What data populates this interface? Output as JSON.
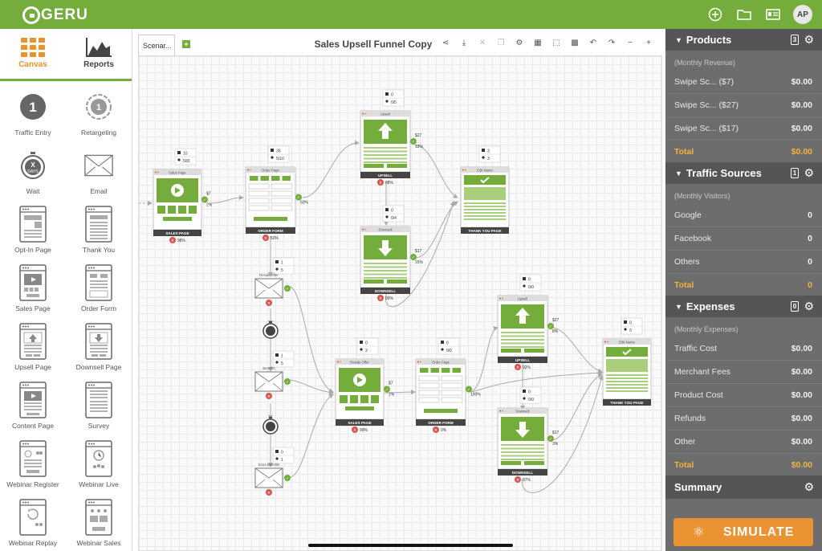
{
  "app": {
    "logo": "GERU",
    "user_initials": "AP"
  },
  "top_icons": [
    "plus-circle-icon",
    "folder-icon",
    "id-card-icon"
  ],
  "left_tabs": [
    {
      "label": "Canvas",
      "icon": "grid-icon",
      "active": true
    },
    {
      "label": "Reports",
      "icon": "area-chart-icon",
      "active": false
    }
  ],
  "palette": [
    {
      "label": "Traffic Entry",
      "icon": "traffic-entry-icon"
    },
    {
      "label": "Retargeting",
      "icon": "retargeting-icon"
    },
    {
      "label": "Wait",
      "icon": "stopwatch-icon"
    },
    {
      "label": "Email",
      "icon": "envelope-icon"
    },
    {
      "label": "Opt-In Page",
      "icon": "optin-page-icon"
    },
    {
      "label": "Thank You",
      "icon": "thankyou-page-icon"
    },
    {
      "label": "Sales Page",
      "icon": "sales-page-icon"
    },
    {
      "label": "Order Form",
      "icon": "order-form-icon"
    },
    {
      "label": "Upsell Page",
      "icon": "upsell-page-icon"
    },
    {
      "label": "Downsell Page",
      "icon": "downsell-page-icon"
    },
    {
      "label": "Content Page",
      "icon": "content-page-icon"
    },
    {
      "label": "Survey",
      "icon": "survey-icon"
    },
    {
      "label": "Webinar Register",
      "icon": "webinar-register-icon"
    },
    {
      "label": "Webinar Live",
      "icon": "webinar-live-icon"
    },
    {
      "label": "Webinar Replay",
      "icon": "webinar-replay-icon"
    },
    {
      "label": "Webinar Sales",
      "icon": "webinar-sales-icon"
    }
  ],
  "palette_entry_digits": {
    "traffic": "1",
    "retargeting": "1",
    "wait": "X",
    "wait_sub": "DAYS"
  },
  "canvas": {
    "scenario_tab": "Scenar...",
    "add_tab": "+",
    "title": "Sales Upsell Funnel Copy",
    "tools": [
      "share-icon",
      "download-icon",
      "close-icon",
      "copy-icon",
      "gear-icon",
      "calculator-icon",
      "select-icon",
      "grid-icon",
      "undo-icon",
      "redo-icon",
      "zoom-out-icon",
      "zoom-in-icon"
    ]
  },
  "nodes": {
    "sales1": {
      "head": "Sales Page",
      "label": "SALES PAGE",
      "stat1": "10",
      "stat2": "500",
      "price": "$7",
      "pct": "2%",
      "exit": "98%"
    },
    "order1": {
      "head": "Order Page",
      "label": "ORDER FORM",
      "stat1": "35",
      "stat2": "5/10",
      "pct": "50%",
      "exit": "50%",
      "cards": [
        "VISA",
        "MC",
        "AMEX",
        "DISC"
      ]
    },
    "upsell1": {
      "head": "Upsell",
      "label": "UPSELL",
      "stat1": "0",
      "stat2": "0/5",
      "price": "$27",
      "pct": "12%",
      "exit": "88%"
    },
    "downsell1": {
      "head": "Downsell",
      "label": "DOWNSELL",
      "stat1": "0",
      "stat2": "0/4",
      "price": "$17",
      "pct": "15%",
      "exit": "90%"
    },
    "thank1": {
      "head": "Edit Name",
      "label": "THANK YOU PAGE",
      "stat1": "3",
      "stat2": "3"
    },
    "email1": {
      "head": "Resale Offer",
      "stat1": "1",
      "stat2": "5"
    },
    "email2": {
      "head": "Benefits",
      "stat1": "1",
      "stat2": "5"
    },
    "email3": {
      "head": "Extra Benefits",
      "stat1": "0",
      "stat2": "1"
    },
    "sales2": {
      "head": "Resale Offer",
      "label": "SALES PAGE",
      "stat1": "0",
      "stat2": "2",
      "price": "$7",
      "pct": "1%",
      "exit": "99%"
    },
    "order2": {
      "head": "Order Page",
      "label": "ORDER FORM",
      "stat1": "0",
      "stat2": "0/0",
      "pct": "100%",
      "exit": "0%"
    },
    "upsell2": {
      "head": "Upsell",
      "label": "UPSELL",
      "stat1": "0",
      "stat2": "0/0",
      "price": "$27",
      "pct": "8%",
      "exit": "92%"
    },
    "downsell2": {
      "head": "Downsell",
      "label": "DOWNSELL",
      "stat1": "0",
      "stat2": "0/0",
      "price": "$17",
      "pct": "3%",
      "exit": "97%"
    },
    "thank2": {
      "head": "Edit Name",
      "label": "THANK YOU PAGE",
      "stat1": "0",
      "stat2": "0"
    }
  },
  "products": {
    "title": "Products",
    "count": "3",
    "subtitle": "(Monthly Revenue)",
    "rows": [
      {
        "name": "Swipe Sc... ($7)",
        "value": "$0.00"
      },
      {
        "name": "Swipe Sc... ($27)",
        "value": "$0.00"
      },
      {
        "name": "Swipe Sc... ($17)",
        "value": "$0.00"
      }
    ],
    "total_label": "Total",
    "total_value": "$0.00"
  },
  "traffic": {
    "title": "Traffic Sources",
    "count": "1",
    "subtitle": "(Monthly Visitors)",
    "rows": [
      {
        "name": "Google",
        "value": "0"
      },
      {
        "name": "Facebook",
        "value": "0"
      },
      {
        "name": "Others",
        "value": "0"
      }
    ],
    "total_label": "Total",
    "total_value": "0"
  },
  "expenses": {
    "title": "Expenses",
    "count": "0",
    "subtitle": "(Monthly Expenses)",
    "rows": [
      {
        "name": "Traffic Cost",
        "value": "$0.00"
      },
      {
        "name": "Merchant Fees",
        "value": "$0.00"
      },
      {
        "name": "Product Cost",
        "value": "$0.00"
      },
      {
        "name": "Refunds",
        "value": "$0.00"
      },
      {
        "name": "Other",
        "value": "$0.00"
      }
    ],
    "total_label": "Total",
    "total_value": "$0.00"
  },
  "summary": {
    "title": "Summary"
  },
  "simulate": {
    "label": "SIMULATE"
  },
  "colors": {
    "green": "#74ad3c",
    "orange": "#eb9232",
    "red": "#d9534f",
    "panel": "#6d6d6d"
  }
}
